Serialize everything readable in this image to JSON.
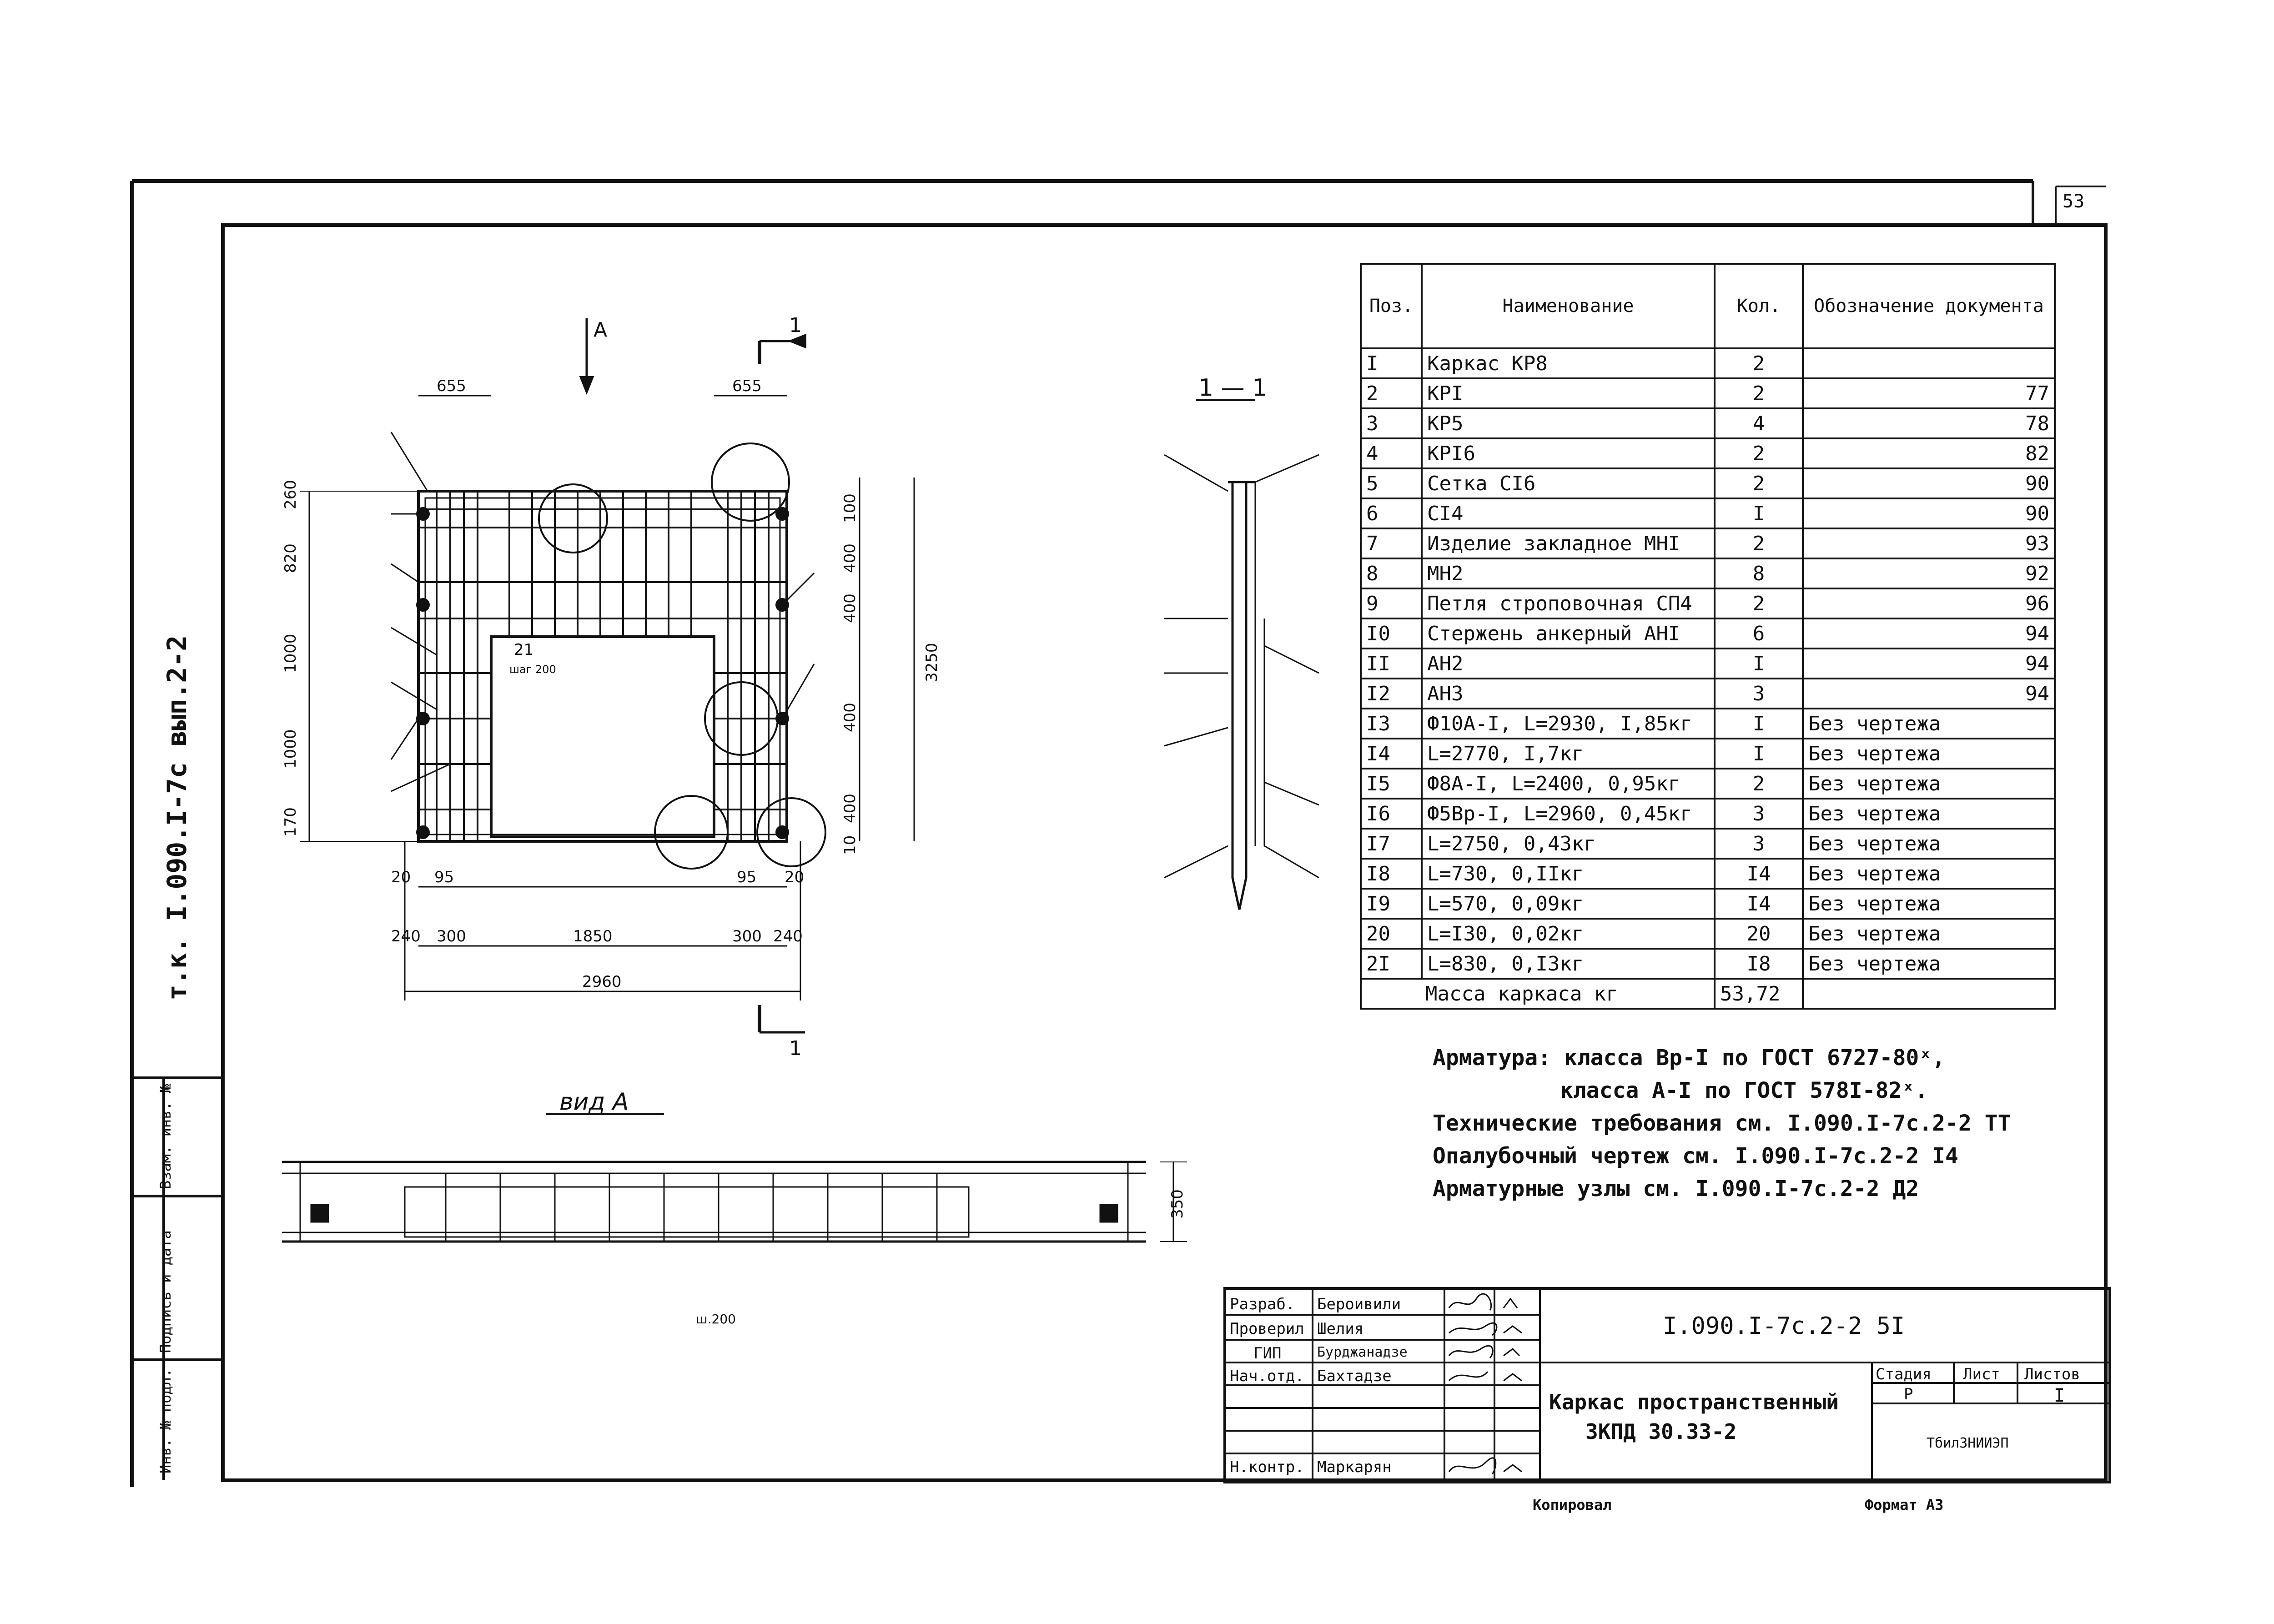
{
  "sheet_number": "53",
  "side_code": "т.к. I.090.I-7с вып.2-2",
  "side_fields": [
    "Инв. № подл.",
    "Подпись и дата",
    "Взам. инв. №"
  ],
  "plan": {
    "dims_top": [
      "655",
      "655"
    ],
    "dims_bottom": [
      "20",
      "95",
      "95",
      "20"
    ],
    "dims_bottom2": [
      "240",
      "300",
      "1850",
      "300",
      "240"
    ],
    "total_width": "2960",
    "dims_left": [
      "260",
      "820",
      "1000",
      "1000",
      "170"
    ],
    "dims_right": [
      "100",
      "400",
      "400",
      "400",
      "400",
      "10"
    ],
    "dims_right_total": "3250",
    "view_arrow": "A",
    "cut_label": "1",
    "step_label": "21",
    "step_sub": "шаг 200"
  },
  "section": {
    "title": "1 — 1"
  },
  "view_a": {
    "title": "вид А",
    "height_dim": "350",
    "step": "ш.200"
  },
  "spec": {
    "headers": [
      "Поз.",
      "Наименование",
      "Кол.",
      "Обозначение документа"
    ],
    "rows": [
      {
        "pos": "I",
        "name": "Каркас КР8",
        "qty": "2",
        "doc": ""
      },
      {
        "pos": "2",
        "name": "КРI",
        "qty": "2",
        "doc": "77"
      },
      {
        "pos": "3",
        "name": "КР5",
        "qty": "4",
        "doc": "78"
      },
      {
        "pos": "4",
        "name": "КРI6",
        "qty": "2",
        "doc": "82"
      },
      {
        "pos": "5",
        "name": "Сетка СI6",
        "qty": "2",
        "doc": "90"
      },
      {
        "pos": "6",
        "name": "СI4",
        "qty": "I",
        "doc": "90"
      },
      {
        "pos": "7",
        "name": "Изделие закладное МНI",
        "qty": "2",
        "doc": "93"
      },
      {
        "pos": "8",
        "name": "МН2",
        "qty": "8",
        "doc": "92"
      },
      {
        "pos": "9",
        "name": "Петля строповочная СП4",
        "qty": "2",
        "doc": "96"
      },
      {
        "pos": "I0",
        "name": "Стержень анкерный АНI",
        "qty": "6",
        "doc": "94"
      },
      {
        "pos": "II",
        "name": "АН2",
        "qty": "I",
        "doc": "94"
      },
      {
        "pos": "I2",
        "name": "АН3",
        "qty": "3",
        "doc": "94"
      },
      {
        "pos": "I3",
        "name": "Ф10А-I, L=2930, I,85кг",
        "qty": "I",
        "doc": "Без чертежа"
      },
      {
        "pos": "I4",
        "name": "L=2770, I,7кг",
        "qty": "I",
        "doc": "Без чертежа"
      },
      {
        "pos": "I5",
        "name": "Ф8А-I, L=2400, 0,95кг",
        "qty": "2",
        "doc": "Без чертежа"
      },
      {
        "pos": "I6",
        "name": "Ф5Вр-I, L=2960, 0,45кг",
        "qty": "3",
        "doc": "Без чертежа"
      },
      {
        "pos": "I7",
        "name": "L=2750, 0,43кг",
        "qty": "3",
        "doc": "Без чертежа"
      },
      {
        "pos": "I8",
        "name": "L=730, 0,IIкг",
        "qty": "I4",
        "doc": "Без чертежа"
      },
      {
        "pos": "I9",
        "name": "L=570, 0,09кг",
        "qty": "I4",
        "doc": "Без чертежа"
      },
      {
        "pos": "20",
        "name": "L=I30, 0,02кг",
        "qty": "20",
        "doc": "Без чертежа"
      },
      {
        "pos": "2I",
        "name": "L=830, 0,I3кг",
        "qty": "I8",
        "doc": "Без чертежа"
      }
    ],
    "total_label": "Масса каркаса кг",
    "total_value": "53,72"
  },
  "notes": [
    "Арматура: класса Вр-I по ГОСТ 6727-80ˣ,",
    "класса А-I по ГОСТ 578I-82ˣ.",
    "Технические требования см. I.090.I-7с.2-2 ТТ",
    "Опалубочный чертеж см. I.090.I-7с.2-2 I4",
    "Арматурные узлы см. I.090.I-7с.2-2 Д2"
  ],
  "stamp": {
    "roles": [
      "Разраб.",
      "Проверил",
      "ГИП",
      "Нач.отд.",
      "",
      "",
      "Н.контр."
    ],
    "names": [
      "Бероивили",
      "Шелия",
      "Бурджанадзе",
      "Бахтадзе",
      "",
      "",
      "Маркарян"
    ],
    "code": "I.090.I-7с.2-2 5I",
    "title_line1": "Каркас пространственный",
    "title_line2": "ЗКПД 30.33-2",
    "stage_header": "Стадия",
    "sheet_header": "Лист",
    "sheets_header": "Листов",
    "stage": "Р",
    "sheet": "",
    "sheets": "I",
    "org": "ТбилЗНИИЭП"
  },
  "footer": {
    "copied": "Копировал",
    "format": "Формат А3"
  }
}
